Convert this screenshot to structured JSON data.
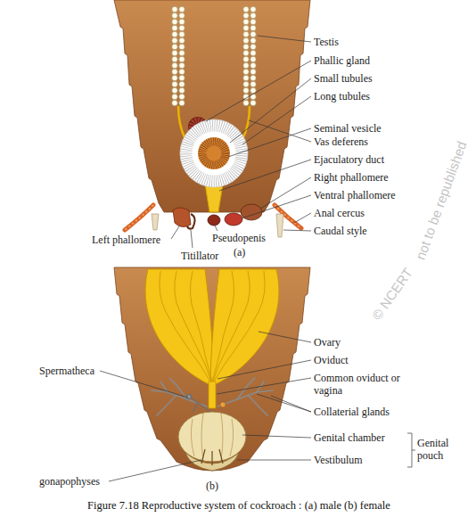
{
  "diagram": {
    "caption": "Figure 7.18 Reproductive system of cockroach : (a) male (b) female",
    "labels": [
      "Testis",
      "Phallic gland",
      "Small tubules",
      "Long tubules",
      "Seminal vesicle",
      "Vas deferens",
      "Ejaculatory duct",
      "Right phallomere",
      "Ventral phallomere",
      "Anal cercus",
      "Caudal style",
      "Left phallomere",
      "Pseudopenis",
      "Titillator",
      "(a)",
      "© NCERT",
      "not to be republished",
      "Ovary",
      "Oviduct",
      "Spermatheca",
      "Common oviduct or vagina",
      "Collaterial glands",
      "Genital chamber",
      "Genital pouch",
      "Vestibulum",
      "gonapophyses",
      "(b)"
    ]
  }
}
